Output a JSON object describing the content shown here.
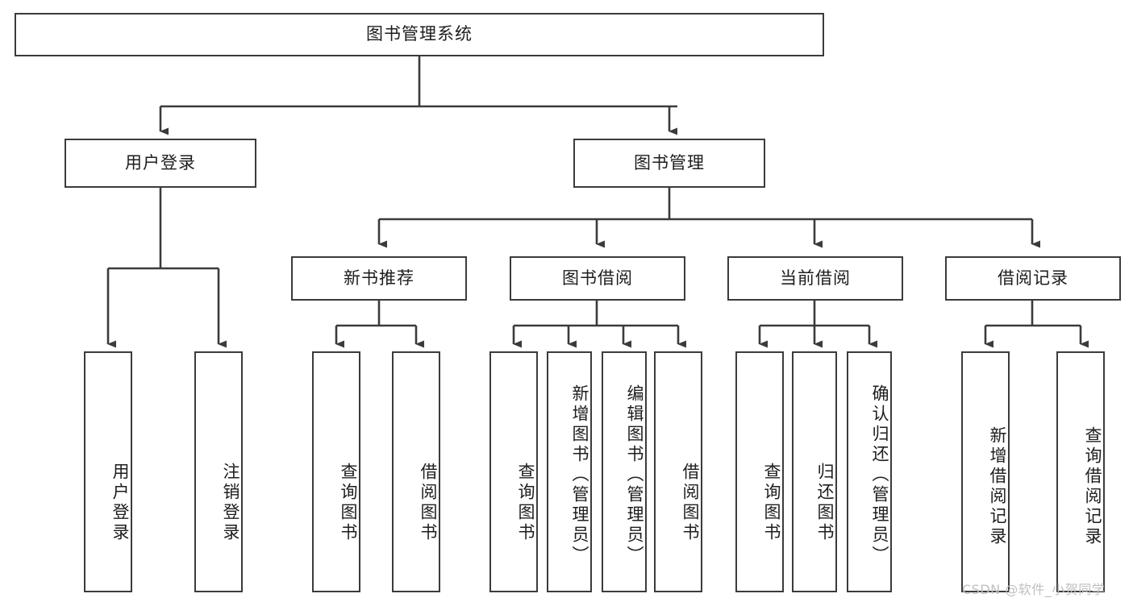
{
  "diagram": {
    "title": "图书管理系统",
    "type": "tree-hierarchy-diagram",
    "root": {
      "id": "root",
      "label": "图书管理系统"
    },
    "level1": [
      {
        "id": "user-login",
        "label": "用户登录"
      },
      {
        "id": "book-management",
        "label": "图书管理"
      }
    ],
    "level2": [
      {
        "id": "new-book-recommend",
        "label": "新书推荐",
        "parent": "book-management"
      },
      {
        "id": "book-borrow",
        "label": "图书借阅",
        "parent": "book-management"
      },
      {
        "id": "current-borrow",
        "label": "当前借阅",
        "parent": "book-management"
      },
      {
        "id": "borrow-record",
        "label": "借阅记录",
        "parent": "book-management"
      }
    ],
    "leaves": [
      {
        "id": "leaf-user-login",
        "label": "用户登录",
        "parent": "user-login"
      },
      {
        "id": "leaf-logout-login",
        "label": "注销登录",
        "parent": "user-login"
      },
      {
        "id": "leaf-query-book-1",
        "label": "查询图书",
        "parent": "new-book-recommend"
      },
      {
        "id": "leaf-borrow-book-1",
        "label": "借阅图书",
        "parent": "new-book-recommend"
      },
      {
        "id": "leaf-query-book-2",
        "label": "查询图书",
        "parent": "book-borrow"
      },
      {
        "id": "leaf-add-book",
        "label": "新增图书（管理员）",
        "parent": "book-borrow"
      },
      {
        "id": "leaf-edit-book",
        "label": "编辑图书（管理员）",
        "parent": "book-borrow"
      },
      {
        "id": "leaf-borrow-book-2",
        "label": "借阅图书",
        "parent": "book-borrow"
      },
      {
        "id": "leaf-query-book-3",
        "label": "查询图书",
        "parent": "current-borrow"
      },
      {
        "id": "leaf-return-book",
        "label": "归还图书",
        "parent": "current-borrow"
      },
      {
        "id": "leaf-confirm-return",
        "label": "确认归还（管理员）",
        "parent": "current-borrow"
      },
      {
        "id": "leaf-add-record",
        "label": "新增借阅记录",
        "parent": "borrow-record"
      },
      {
        "id": "leaf-query-record",
        "label": "查询借阅记录",
        "parent": "borrow-record"
      }
    ],
    "colors": {
      "border": "#3b3b3b",
      "text": "#1d1d1d",
      "background": "#ffffff",
      "watermark": "#bfbfbf"
    }
  },
  "watermark": {
    "text": "CSDN @软件_小贺同学"
  }
}
